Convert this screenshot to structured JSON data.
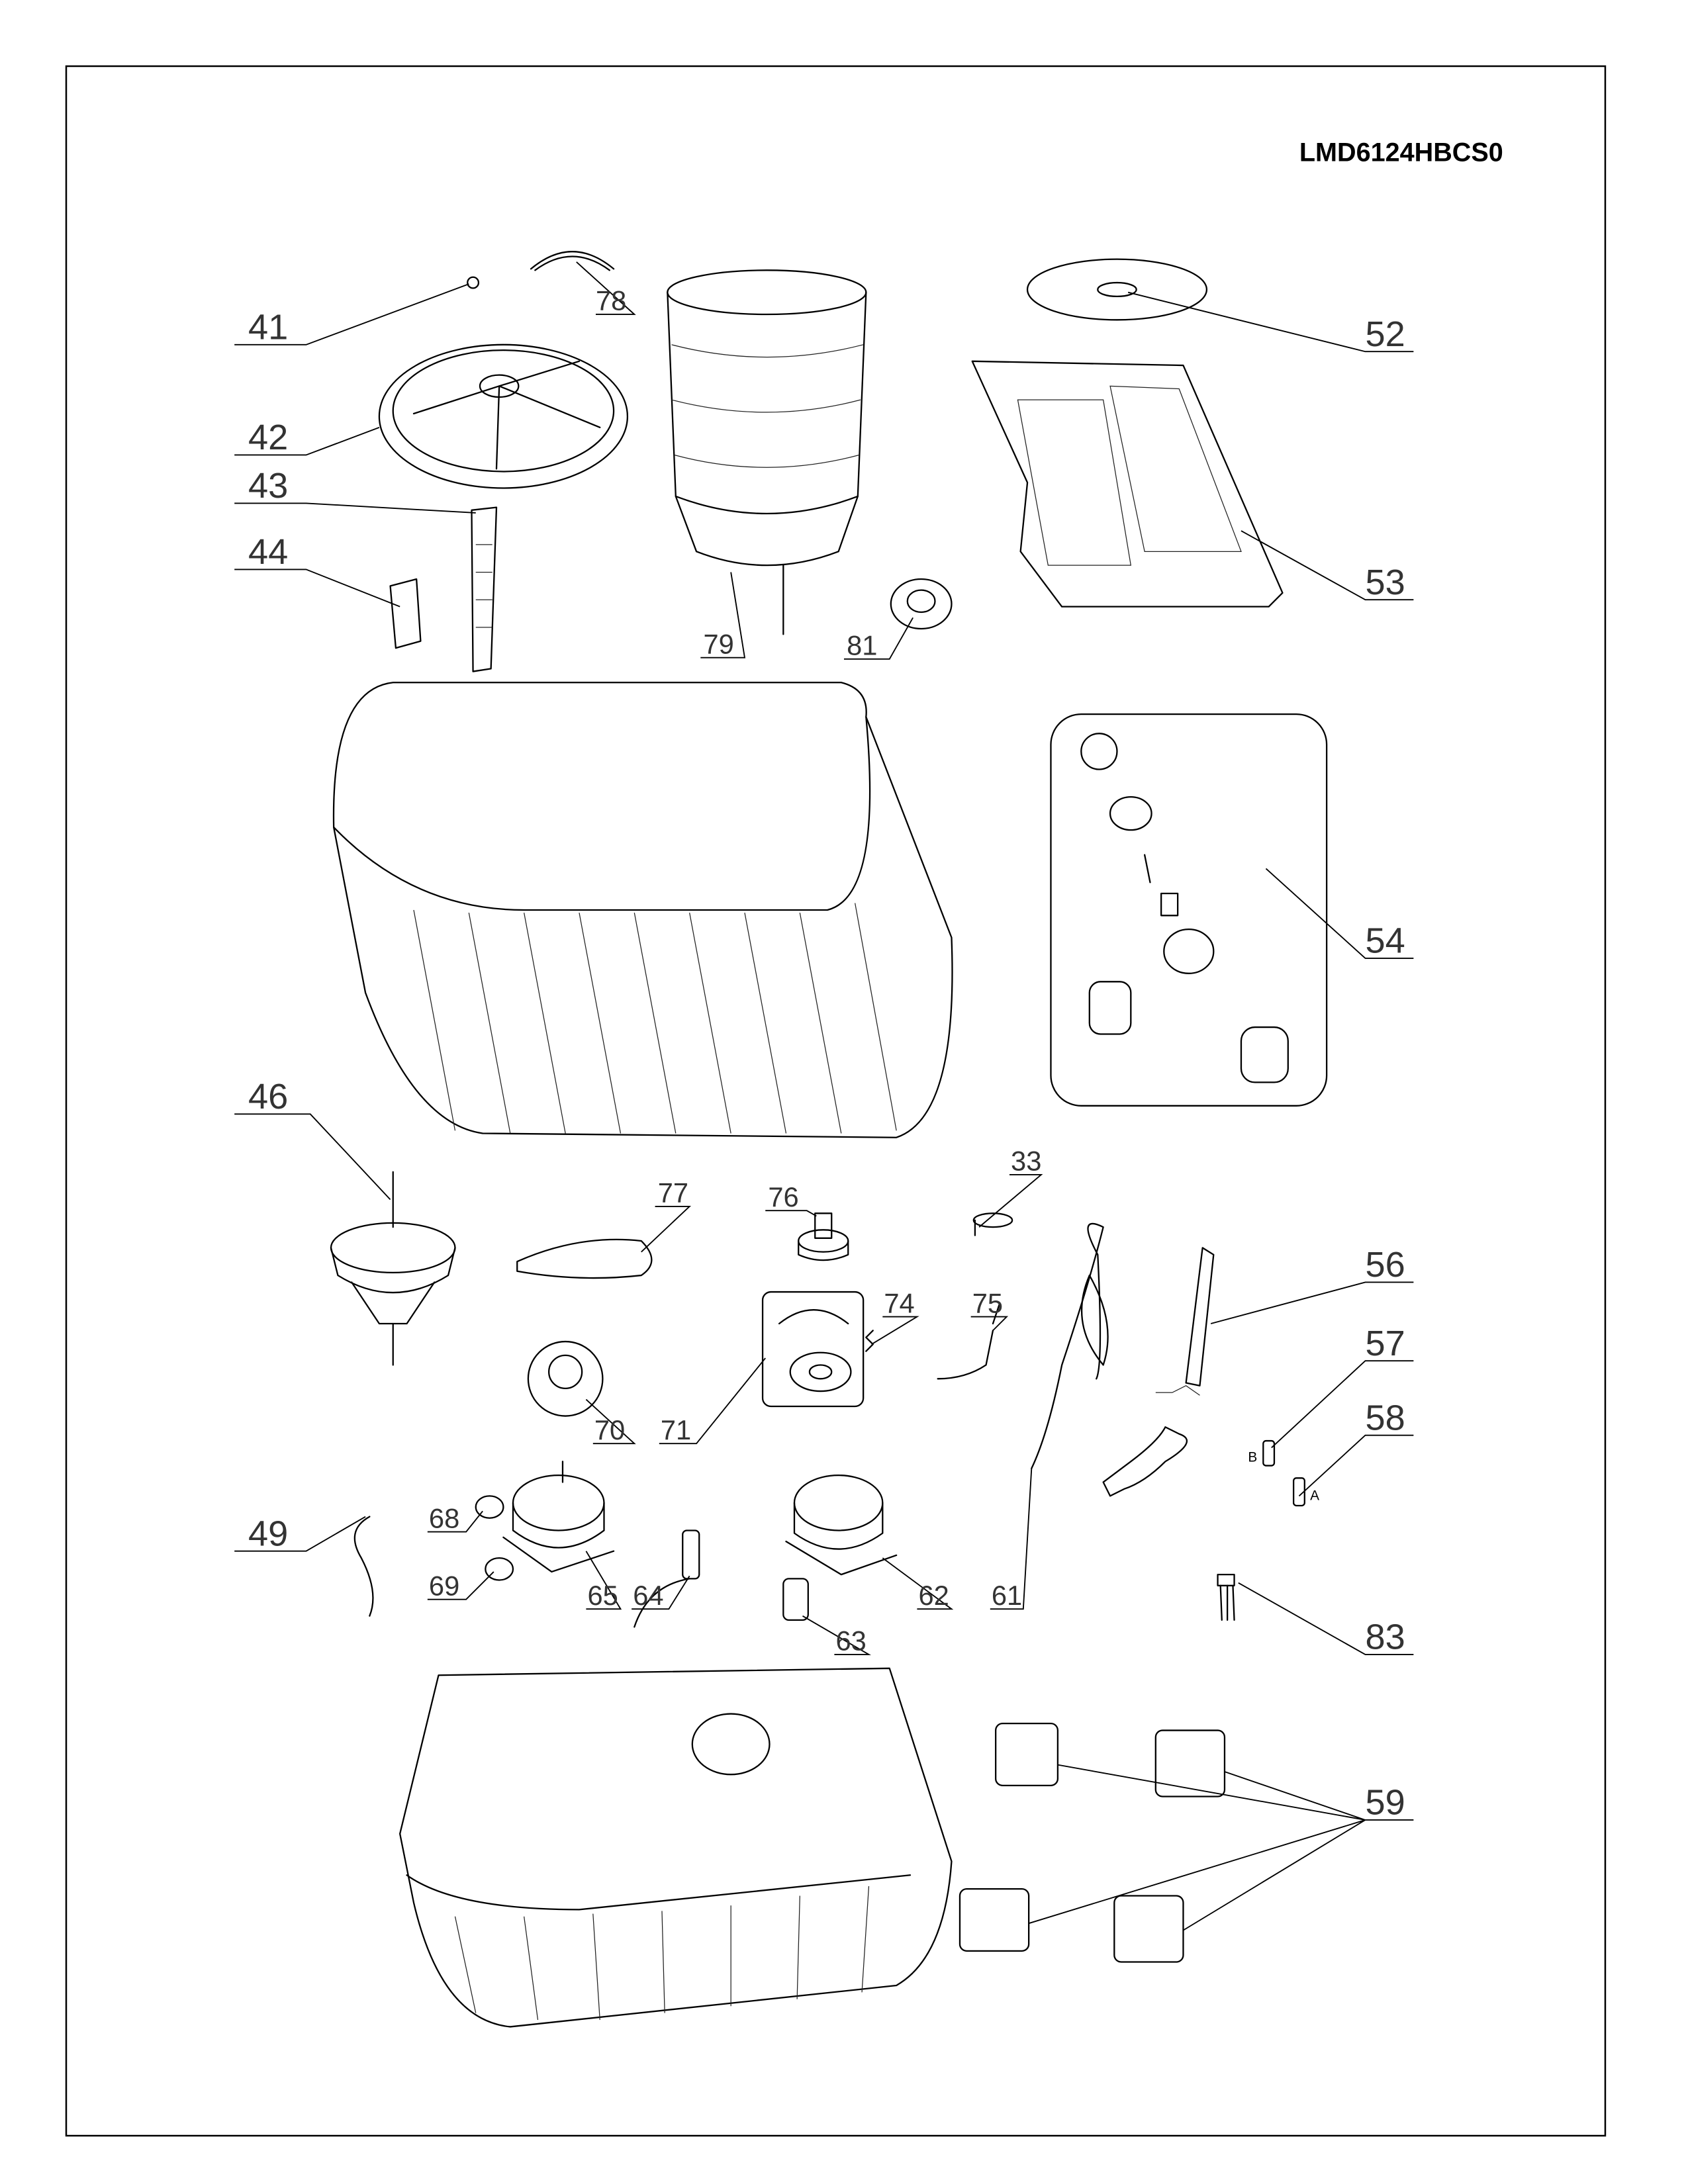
{
  "model": "LMD6124HBCS0",
  "callouts": {
    "c33": "33",
    "c41": "41",
    "c42": "42",
    "c43": "43",
    "c44": "44",
    "c46": "46",
    "c49": "49",
    "c52": "52",
    "c53": "53",
    "c54": "54",
    "c56": "56",
    "c57": "57",
    "c58": "58",
    "c59": "59",
    "c61": "61",
    "c62": "62",
    "c63": "63",
    "c64": "64",
    "c65": "65",
    "c68": "68",
    "c69": "69",
    "c70": "70",
    "c71": "71",
    "c74": "74",
    "c75": "75",
    "c76": "76",
    "c77": "77",
    "c78": "78",
    "c79": "79",
    "c81": "81",
    "c83": "83"
  },
  "markers": {
    "b": "B",
    "a": "A"
  }
}
